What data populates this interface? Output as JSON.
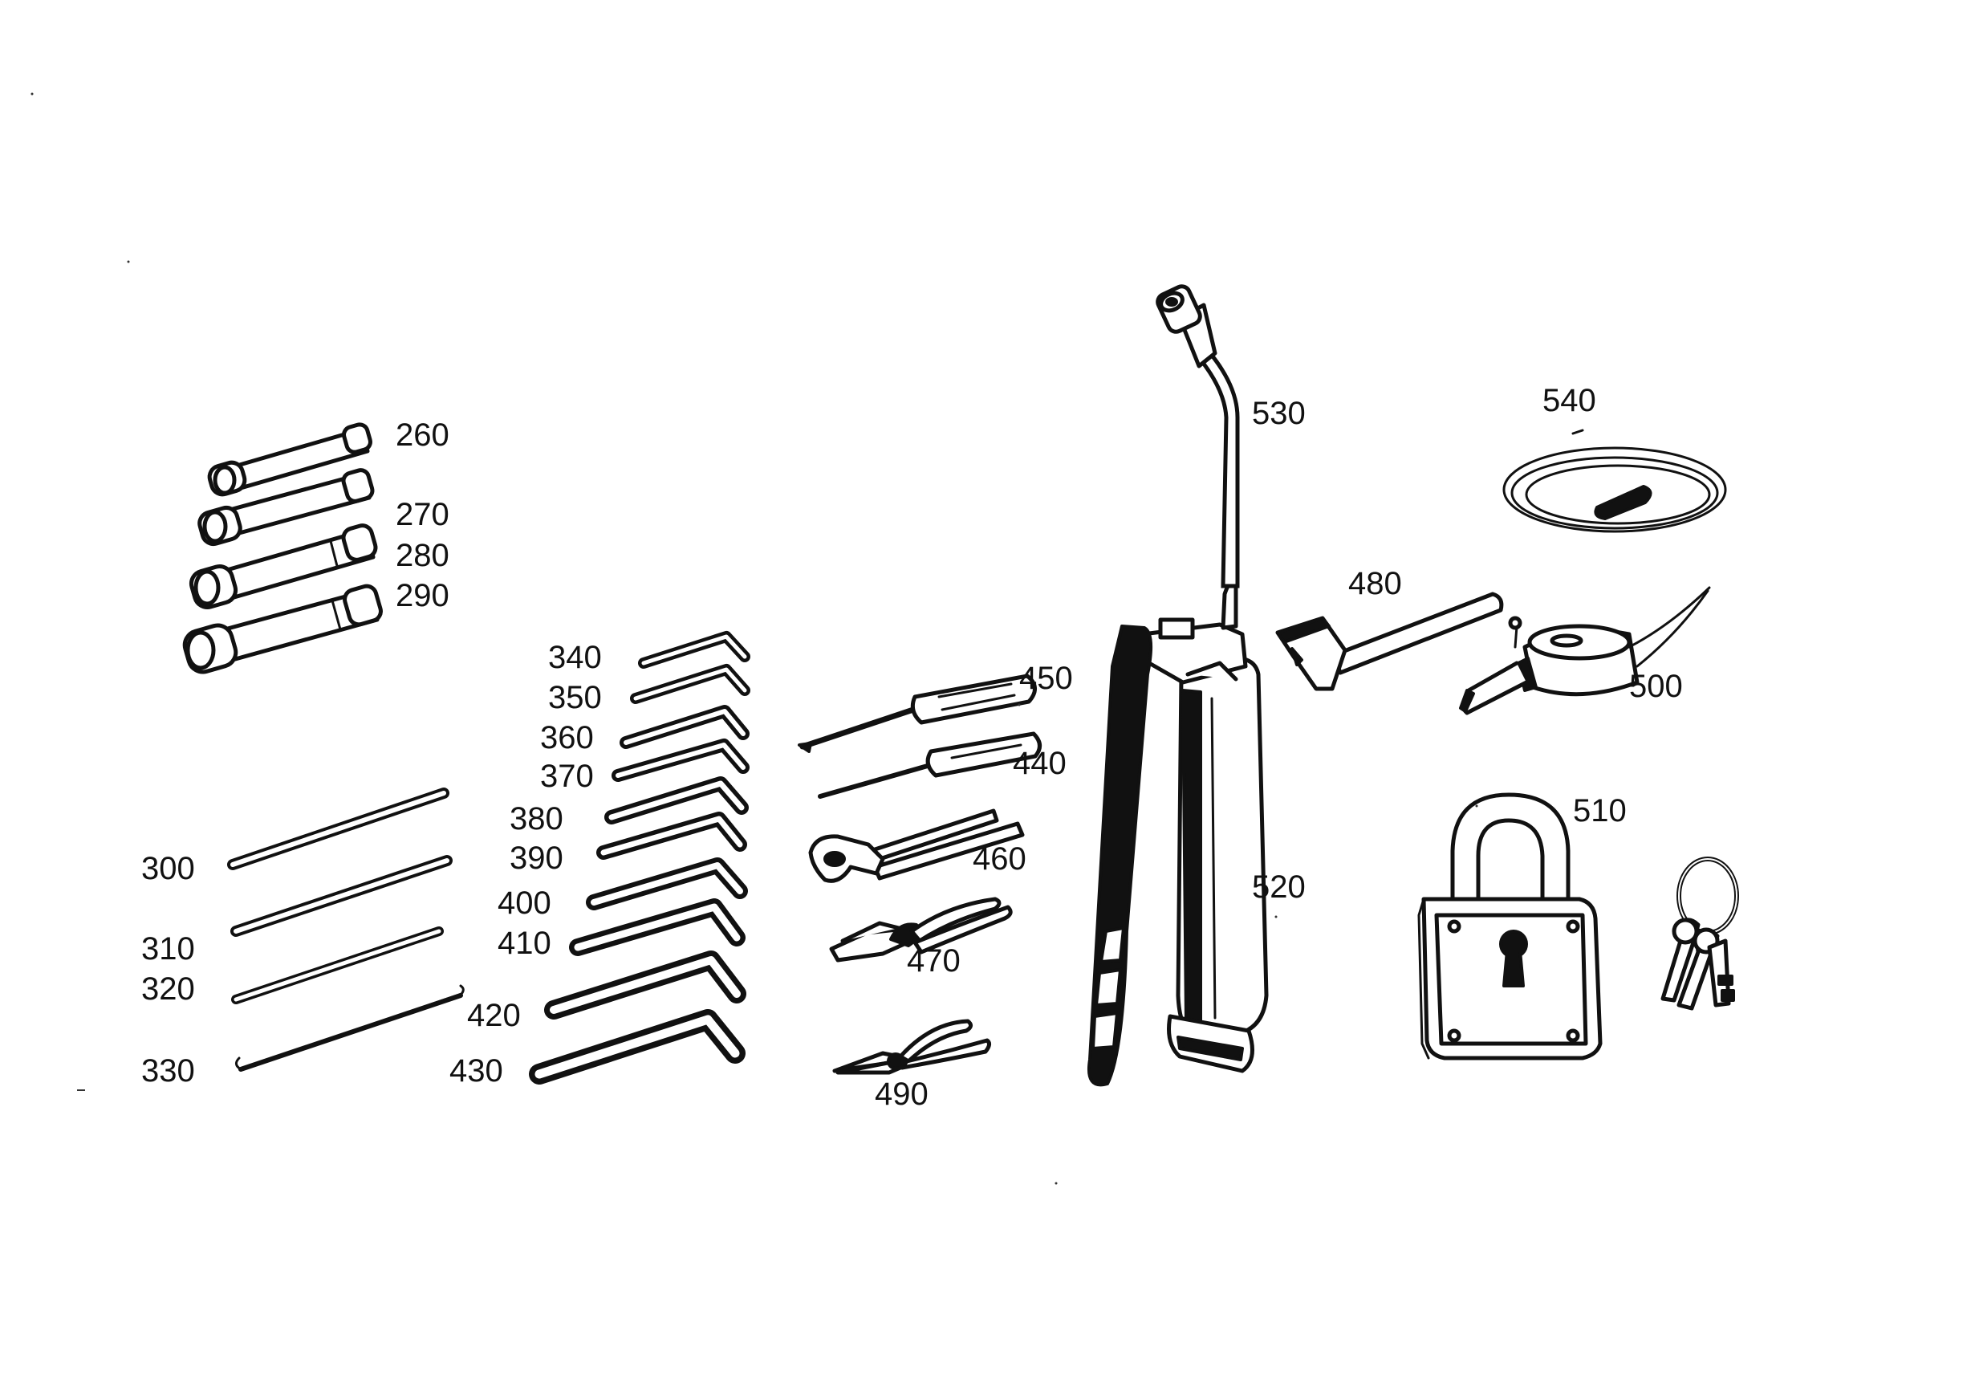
{
  "parts": [
    {
      "id": "260",
      "label": "260",
      "icon": "socket-extension-bar-icon"
    },
    {
      "id": "270",
      "label": "270",
      "icon": "socket-extension-bar-icon"
    },
    {
      "id": "280",
      "label": "280",
      "icon": "socket-extension-bar-icon"
    },
    {
      "id": "290",
      "label": "290",
      "icon": "socket-extension-bar-icon"
    },
    {
      "id": "300",
      "label": "300",
      "icon": "tommy-bar-icon"
    },
    {
      "id": "310",
      "label": "310",
      "icon": "tommy-bar-icon"
    },
    {
      "id": "320",
      "label": "320",
      "icon": "tommy-bar-icon"
    },
    {
      "id": "330",
      "label": "330",
      "icon": "tommy-bar-icon"
    },
    {
      "id": "340",
      "label": "340",
      "icon": "hex-key-icon"
    },
    {
      "id": "350",
      "label": "350",
      "icon": "hex-key-icon"
    },
    {
      "id": "360",
      "label": "360",
      "icon": "hex-key-icon"
    },
    {
      "id": "370",
      "label": "370",
      "icon": "hex-key-icon"
    },
    {
      "id": "380",
      "label": "380",
      "icon": "hex-key-icon"
    },
    {
      "id": "390",
      "label": "390",
      "icon": "hex-key-icon"
    },
    {
      "id": "400",
      "label": "400",
      "icon": "hex-key-icon"
    },
    {
      "id": "410",
      "label": "410",
      "icon": "hex-key-icon"
    },
    {
      "id": "420",
      "label": "420",
      "icon": "hex-key-icon"
    },
    {
      "id": "430",
      "label": "430",
      "icon": "hex-key-icon"
    },
    {
      "id": "440",
      "label": "440",
      "icon": "screwdriver-icon"
    },
    {
      "id": "450",
      "label": "450",
      "icon": "screwdriver-icon"
    },
    {
      "id": "460",
      "label": "460",
      "icon": "pipe-wrench-icon"
    },
    {
      "id": "470",
      "label": "470",
      "icon": "combination-pliers-icon"
    },
    {
      "id": "480",
      "label": "480",
      "icon": "hammer-icon"
    },
    {
      "id": "490",
      "label": "490",
      "icon": "needle-nose-pliers-icon"
    },
    {
      "id": "500",
      "label": "500",
      "icon": "oil-can-icon"
    },
    {
      "id": "510",
      "label": "510",
      "icon": "padlock-with-keys-icon"
    },
    {
      "id": "520",
      "label": "520",
      "icon": "grease-gun-icon"
    },
    {
      "id": "530",
      "label": "530",
      "icon": "grease-gun-nozzle-icon"
    },
    {
      "id": "540",
      "label": "540",
      "icon": "grease-hose-icon"
    }
  ],
  "colors": {
    "ink": "#111111",
    "paper": "#ffffff"
  }
}
